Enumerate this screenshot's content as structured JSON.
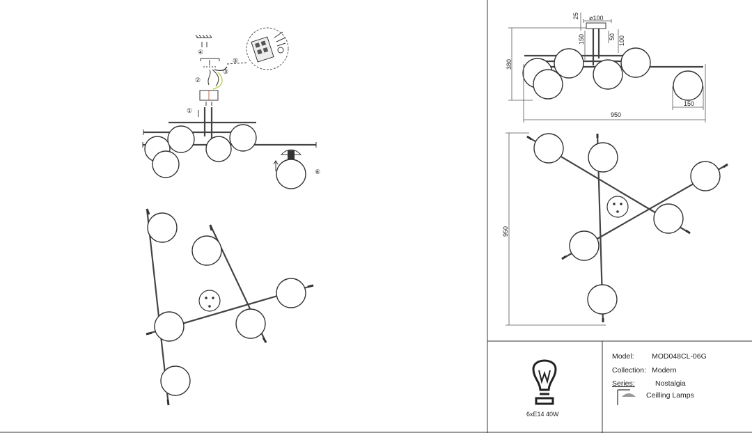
{
  "callouts": {
    "c1": "①",
    "c2": "②",
    "c3": "③",
    "c4": "④",
    "c5": "⑤",
    "c6": "⑥"
  },
  "dimensions": {
    "canopy_diameter": "ø100",
    "canopy_height": "25",
    "stem_a": "50",
    "stem_b": "150",
    "stem_c": "100",
    "height": "380",
    "width": "950",
    "globe": "150",
    "plan_width": "950"
  },
  "bulb": {
    "label": "6xE14 40W",
    "icon": "lightbulb-icon"
  },
  "specs": {
    "model_label": "Model:",
    "model_value": "MOD048CL-06G",
    "collection_label": "Collection:",
    "collection_value": "Modern",
    "series_label": "Series:",
    "series_value": "Nostalgia",
    "category_value": "Ceilling Lamps",
    "category_icon": "ceiling-lamp-icon"
  }
}
